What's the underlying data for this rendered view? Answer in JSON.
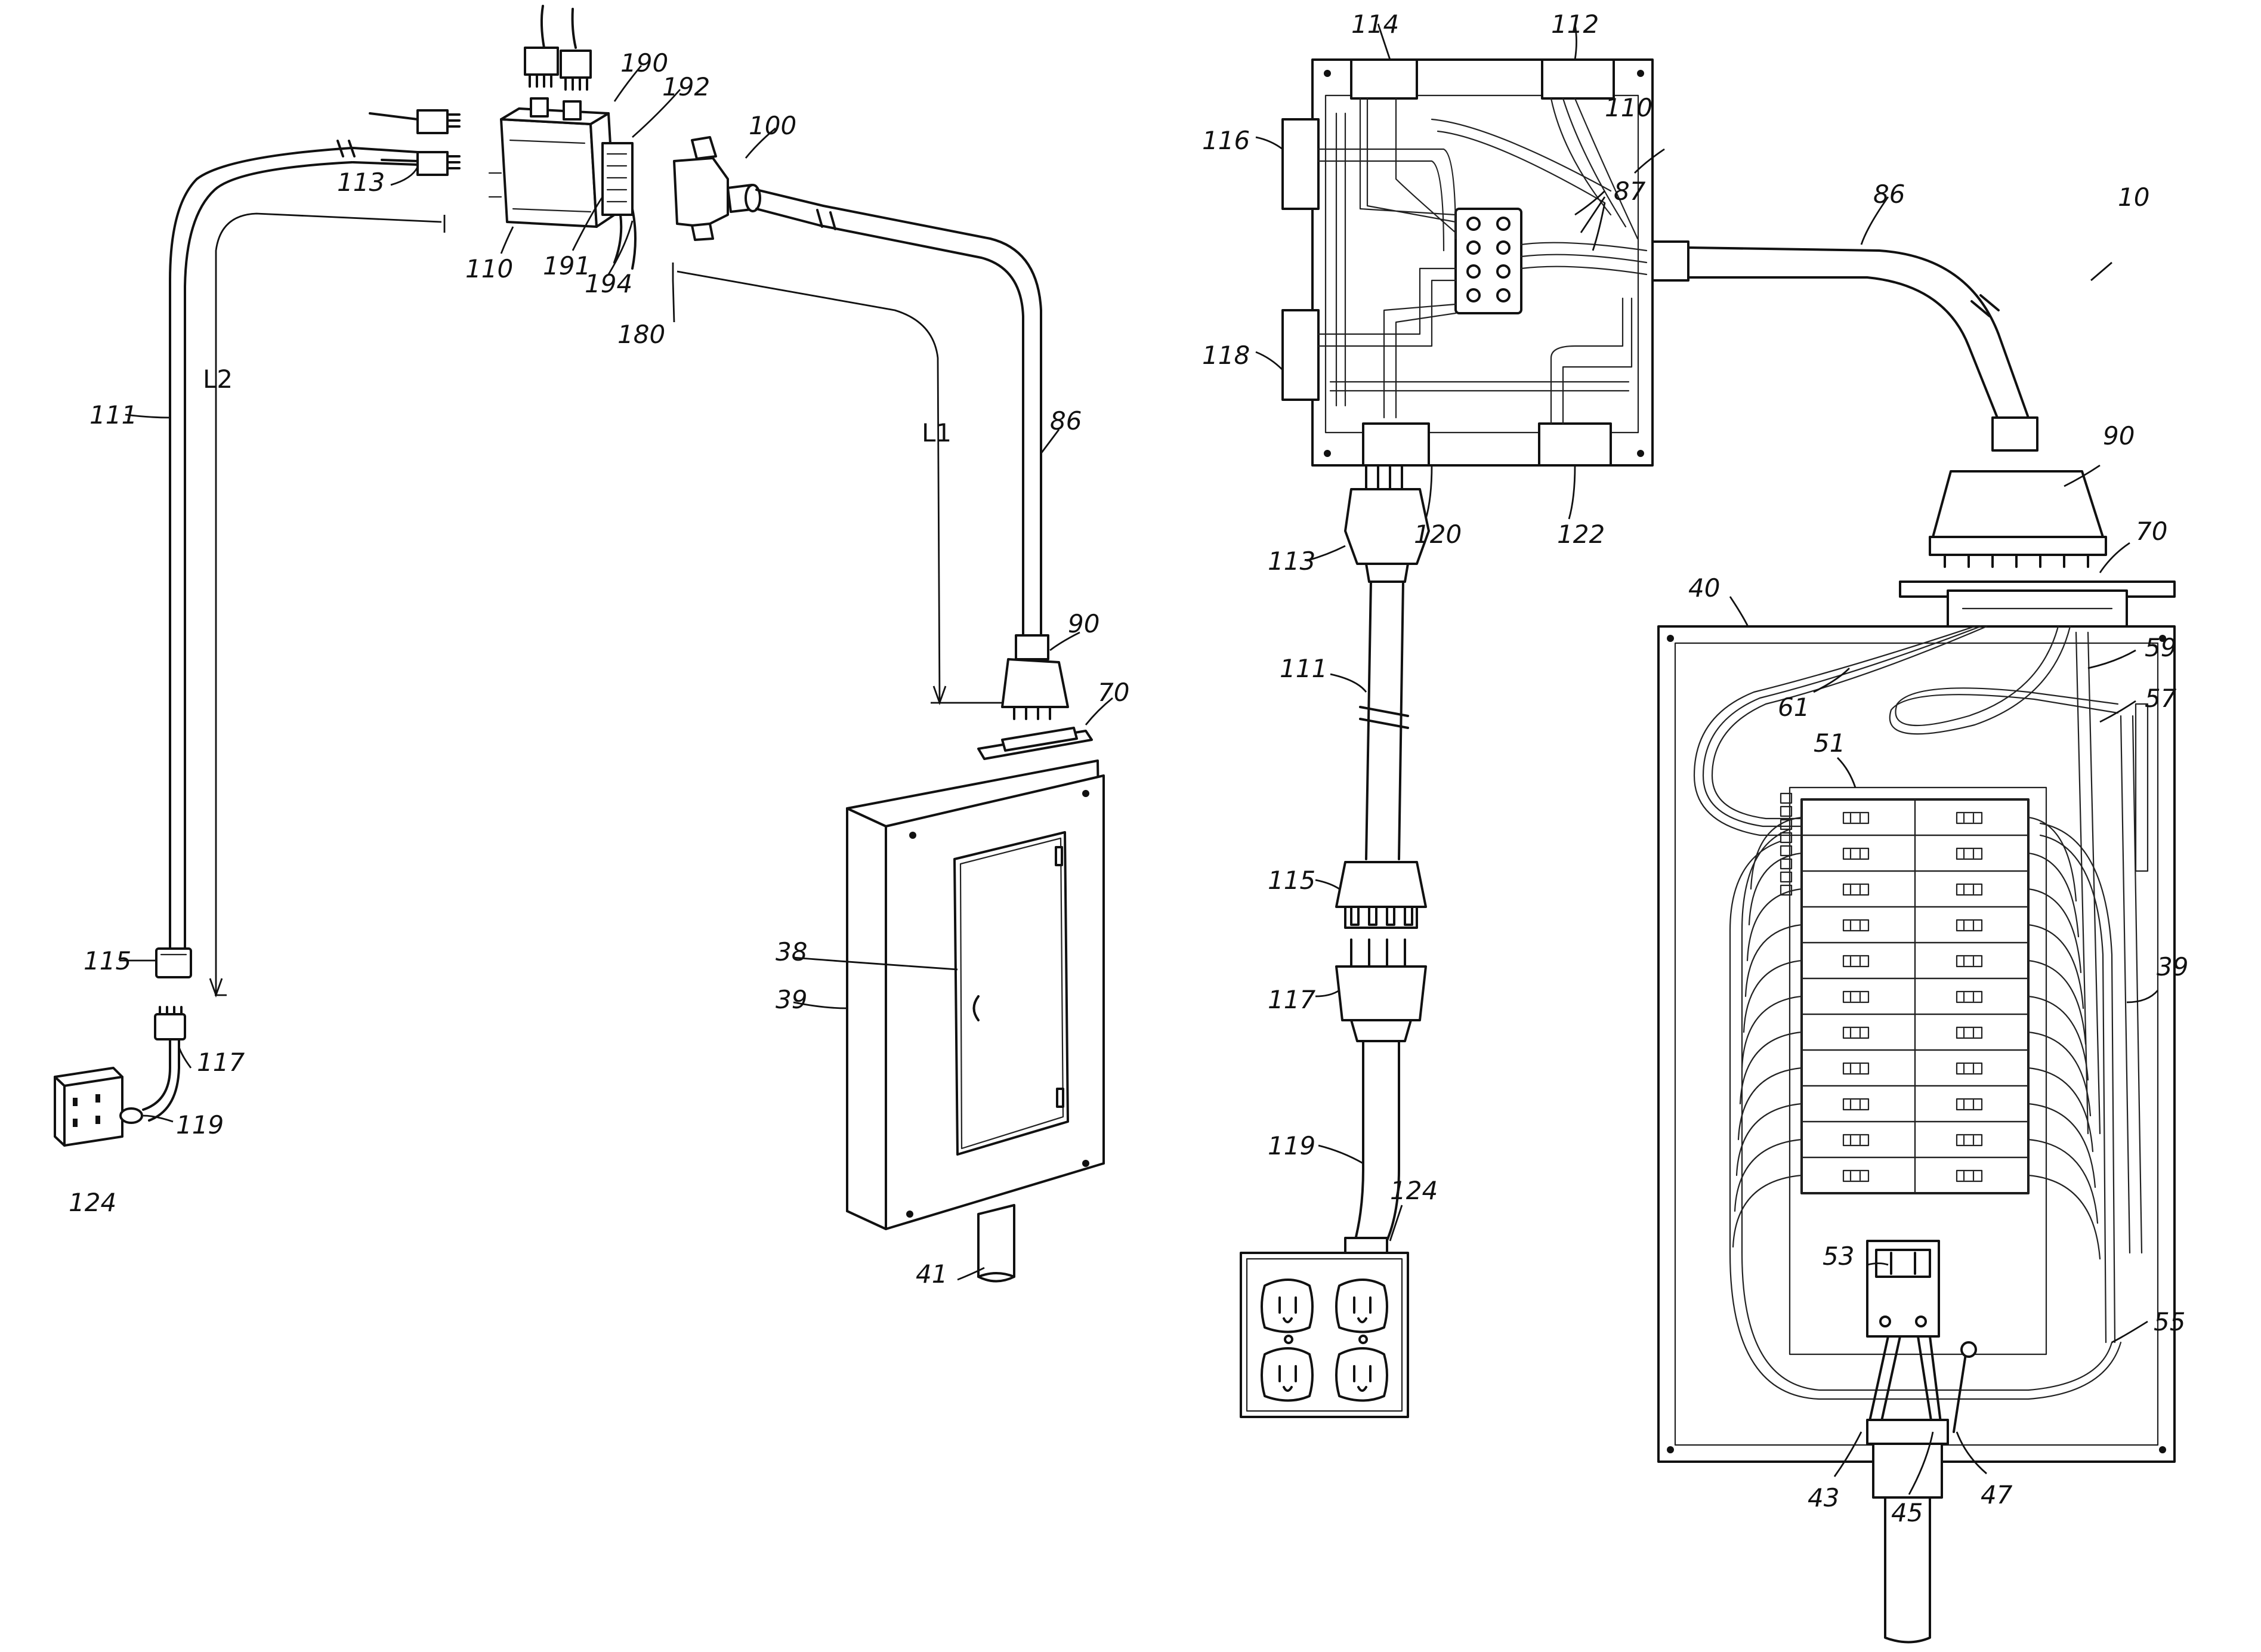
{
  "labels": {
    "fig_ref": "10",
    "box_110": "110",
    "box_110_detail": "110",
    "cord_111": "111",
    "cord_111_detail": "111",
    "box_112": "112",
    "plug_113": "113",
    "plug_113_detail": "113",
    "box_114": "114",
    "conn_115": "115",
    "conn_115_detail": "115",
    "box_116": "116",
    "plug_117": "117",
    "plug_117_detail": "117",
    "box_118": "118",
    "cord_119": "119",
    "cord_119_detail": "119",
    "rec_120": "120",
    "rec_122": "122",
    "outlet_124": "124",
    "outlet_124_detail": "124",
    "conduit_86": "86",
    "conduit_86_detail": "86",
    "conn_90": "90",
    "conn_90_detail": "90",
    "plate_70": "70",
    "plate_70_detail": "70",
    "door_38": "38",
    "panel_39": "39",
    "panel_39_detail": "39",
    "pipe_41": "41",
    "enclosure_40": "40",
    "breakers_51": "51",
    "main_53": "53",
    "wires_55": "55",
    "wires_57": "57",
    "wires_59": "59",
    "wires_61": "61",
    "wire_43": "43",
    "wire_45": "45",
    "wire_47": "47",
    "wires_87": "87",
    "adapter_100": "100",
    "conn_180": "180",
    "adapter_190": "190",
    "adapter_191": "191",
    "adapter_192": "192",
    "adapter_194": "194",
    "length_L1": "L1",
    "length_L2": "L2"
  },
  "icons": {
    "duplex_outlet": "duplex-receptacle-icon",
    "breaker": "circuit-breaker-icon",
    "plug": "multi-pin-plug-icon"
  },
  "colors": {
    "ink": "#111111",
    "paper": "#ffffff"
  }
}
